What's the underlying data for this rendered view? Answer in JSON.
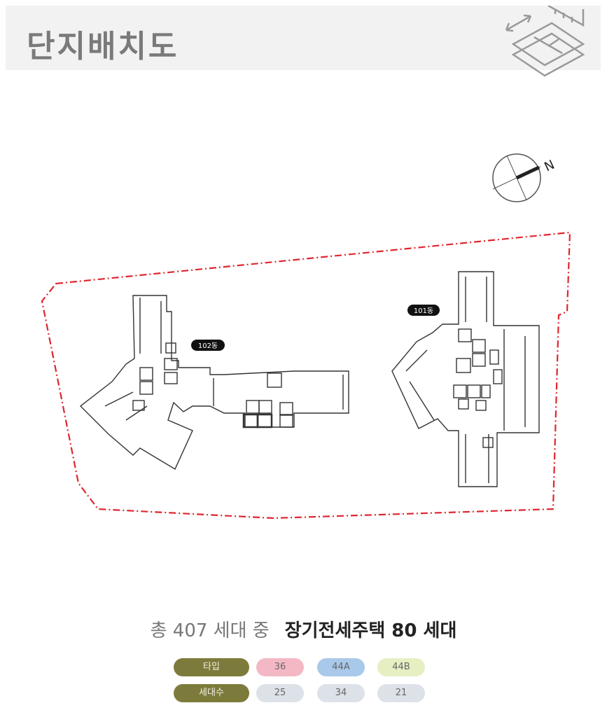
{
  "header": {
    "title": "단지배치도",
    "icon": "floorplan-icon"
  },
  "plan": {
    "compass_label": "N",
    "buildings": [
      {
        "label": "102동"
      },
      {
        "label": "101동"
      }
    ],
    "boundary_color": "#e0262e"
  },
  "summary": {
    "total_text": "총 407 세대 중",
    "highlight_text": "장기전세주택 80 세대"
  },
  "legend": {
    "type_label": "타입",
    "count_label": "세대수",
    "types": [
      {
        "name": "36",
        "count": "25",
        "color": "#f4b8c4"
      },
      {
        "name": "44A",
        "count": "34",
        "color": "#a9c9ea"
      },
      {
        "name": "44B",
        "count": "21",
        "color": "#e6efc2"
      }
    ],
    "header_color": "#7d7b3c",
    "count_color": "#dde2e8"
  }
}
